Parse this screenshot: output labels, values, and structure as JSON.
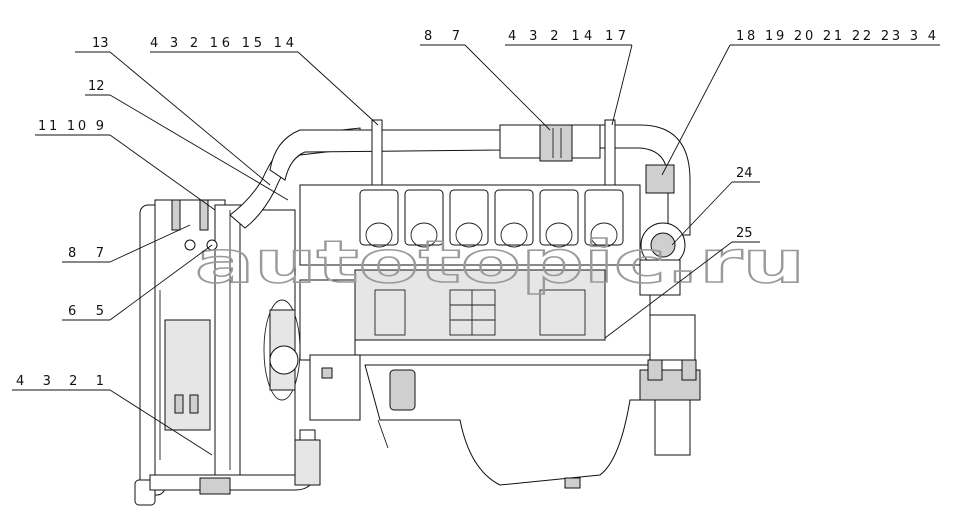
{
  "watermark": "autotopic.ru",
  "callouts": {
    "top_left_a": "13",
    "top_left_b": "4 3 2 16 15 14",
    "top_mid_a": "8 7",
    "top_mid_b": "4 3 2 14 17",
    "top_right": "18 19 20 21 22 23 3 4",
    "left_12": "12",
    "left_11_10_9": "11 10 9",
    "left_8_7": "8 7",
    "left_6_5": "6 5",
    "left_4_3_2_1": "4 3 2 1",
    "right_24": "24",
    "right_25": "25"
  }
}
